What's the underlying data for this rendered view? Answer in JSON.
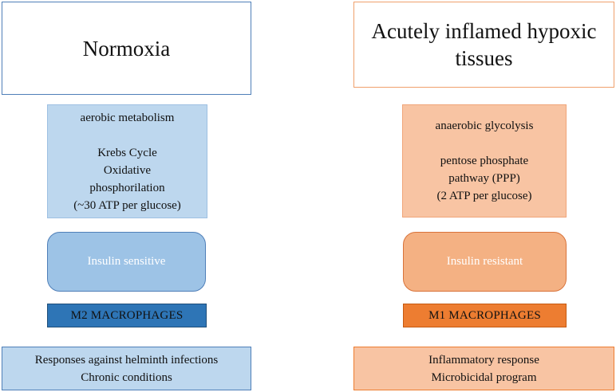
{
  "left_column": {
    "header": "Normoxia",
    "metabolism": {
      "title": "aerobic metabolism",
      "lines": [
        "Krebs Cycle",
        "Oxidative",
        "phosphorilation",
        "(~30 ATP per glucose)"
      ]
    },
    "insulin": "Insulin sensitive",
    "macrophage": "M2 MACROPHAGES",
    "responses": [
      "Responses against  helminth infections",
      "Chronic conditions"
    ]
  },
  "right_column": {
    "header_lines": [
      "Acutely inflamed hypoxic",
      "tissues"
    ],
    "metabolism": {
      "title": "anaerobic glycolysis",
      "lines": [
        "pentose phosphate",
        "pathway (PPP)",
        "(2 ATP per glucose)"
      ]
    },
    "insulin": "Insulin resistant",
    "macrophage": "M1 MACROPHAGES",
    "responses": [
      "Inflammatory response",
      "Microbicidal program"
    ]
  },
  "colors": {
    "left_light": "#bdd7ee",
    "left_mid": "#9dc3e6",
    "left_dark": "#2e75b6",
    "right_light": "#f8c4a3",
    "right_mid": "#f4b183",
    "right_dark": "#ed7d31"
  }
}
